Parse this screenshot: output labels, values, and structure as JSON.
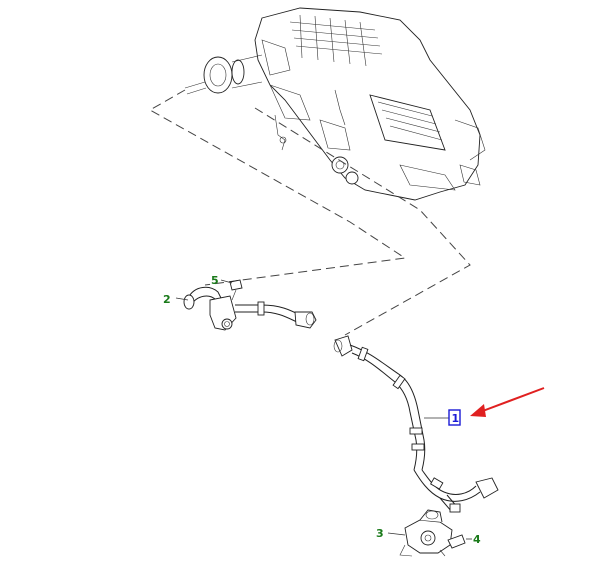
{
  "callouts": [
    {
      "id": "1",
      "label": "1"
    },
    {
      "id": "2",
      "label": "2"
    },
    {
      "id": "3",
      "label": "3"
    },
    {
      "id": "4",
      "label": "4"
    },
    {
      "id": "5",
      "label": "5"
    }
  ],
  "colors": {
    "callout_green": "#1a7a1a",
    "callout_highlight": "#1a1ad6",
    "arrow_red": "#e02020",
    "line": "#222222"
  },
  "icons": {
    "pointer": "red-arrow-icon"
  }
}
